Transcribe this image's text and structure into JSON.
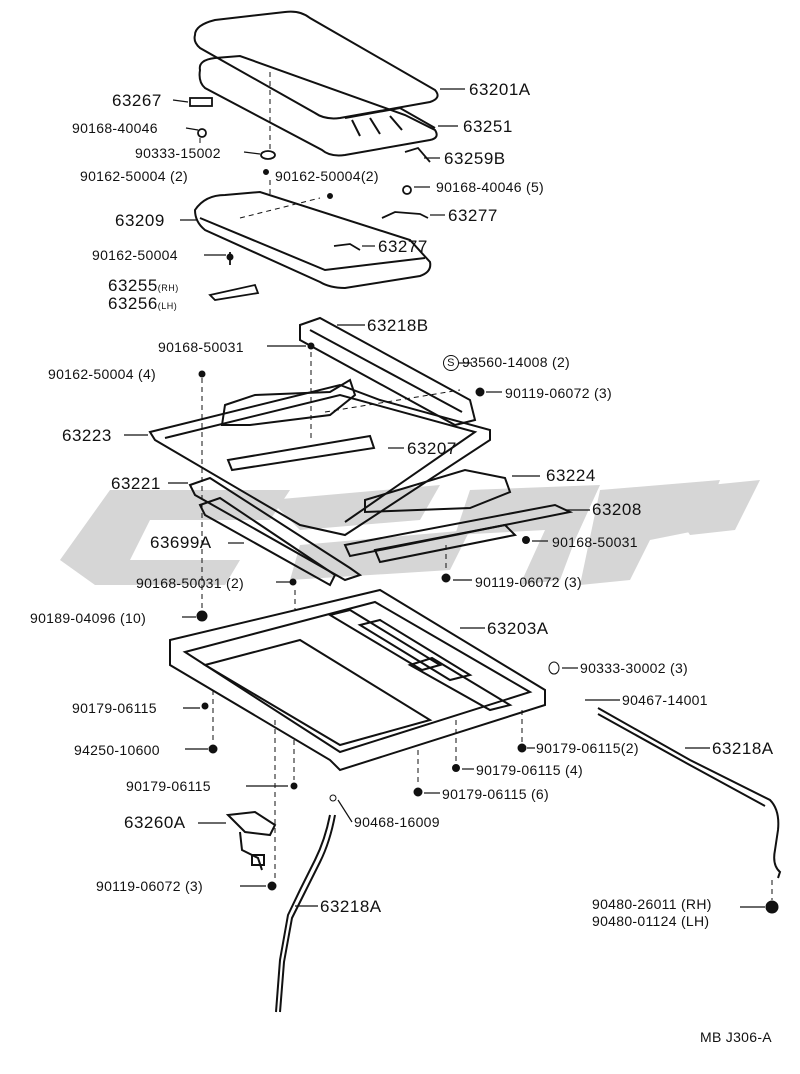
{
  "labels": {
    "p63267": "63267",
    "p63201A": "63201A",
    "p90168_40046_a": "90168-40046",
    "p63251": "63251",
    "p90333_15002": "90333-15002",
    "p63259B": "63259B",
    "p90162_50004_2a": "90162-50004 (2)",
    "p90162_50004_2b": "90162-50004(2)",
    "p90168_40046_5": "90168-40046 (5)",
    "p63209": "63209",
    "p63277_a": "63277",
    "p90162_50004": "90162-50004",
    "p63277_b": "63277",
    "p63255": "63255",
    "p63255_side": "(RH)",
    "p63256": "63256",
    "p63256_side": "(LH)",
    "p63218B": "63218B",
    "p90168_50031": "90168-50031",
    "s_mark": "S",
    "p93560_14008": "93560-14008 (2)",
    "p90162_50004_4": "90162-50004 (4)",
    "p90119_06072_3a": "90119-06072 (3)",
    "p63223": "63223",
    "p63207": "63207",
    "p63224": "63224",
    "p63221": "63221",
    "p63208": "63208",
    "p63699A": "63699A",
    "p90168_50031_b": "90168-50031",
    "p90168_50031_2": "90168-50031 (2)",
    "p90119_06072_3b": "90119-06072 (3)",
    "p90189_04096": "90189-04096 (10)",
    "p63203A": "63203A",
    "p90333_30002": "90333-30002 (3)",
    "p90467_14001": "90467-14001",
    "p90179_06115_a": "90179-06115",
    "p94250_10600": "94250-10600",
    "p90179_06115_2": "90179-06115(2)",
    "p63218A_right": "63218A",
    "p90179_06115_4": "90179-06115 (4)",
    "p90179_06115_b": "90179-06115",
    "p90179_06115_6": "90179-06115 (6)",
    "p63260A": "63260A",
    "p90468_16009": "90468-16009",
    "p90119_06072_3c": "90119-06072 (3)",
    "p63218A_left": "63218A",
    "p90480_26011": "90480-26011 (RH)",
    "p90480_01124": "90480-01124 (LH)",
    "ref_code": "MB J306-A"
  },
  "colors": {
    "ink": "#111111",
    "watermark": "#d4d4d4"
  }
}
